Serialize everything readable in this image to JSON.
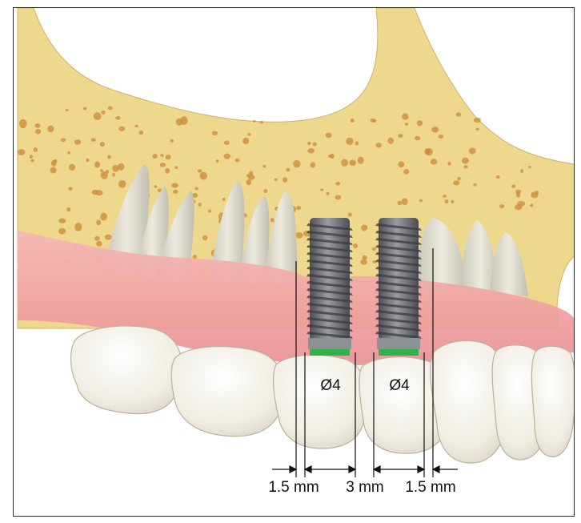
{
  "diagram": {
    "implants": [
      {
        "diameter_label": "Ø4"
      },
      {
        "diameter_label": "Ø4"
      }
    ],
    "dimensions": {
      "left_gap": "1.5 mm",
      "between_implants": "3 mm",
      "right_gap": "1.5 mm"
    },
    "colors": {
      "bone": "#eed88d",
      "bone_pores": "#c98a3a",
      "gum": "#ee9ea0",
      "tooth": "#f3efe3",
      "root": "#d9d6c8",
      "implant": "#6b6d72",
      "implant_ring": "#2fb24a"
    }
  }
}
